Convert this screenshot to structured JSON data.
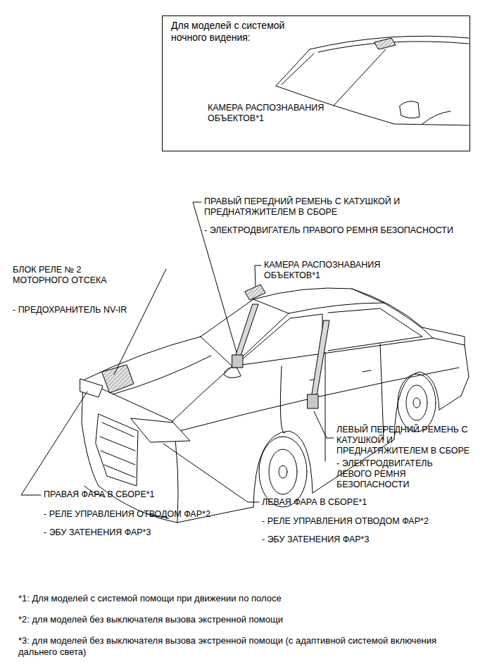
{
  "diagram": {
    "nodes": [
      {
        "text": [
          "Для моделей с системой ночного видения:",
          "КАМЕРА РАСПОЗНАВАНИЯ ОБЪЕКТОВ*1"
        ]
      }
    ],
    "labels": [
      "ПРАВЫЙ ПЕРЕДНИЙ РЕМЕНЬ С КАТУШКОЙ И ПРЕДНАТЯЖИТЕЛЕМ В СБОРЕ",
      "- ЭЛЕКТРОДВИГАТЕЛЬ ПРАВОГО РЕМНЯ БЕЗОПАСНОСТИ",
      "БЛОК РЕЛЕ № 2 МОТОРНОГО ОТСЕКА",
      "- ПРЕДОХРАНИТЕЛЬ NV-IR",
      "КАМЕРА РАСПОЗНАВАНИЯ ОБЪЕКТОВ*1",
      "ЛЕВЫЙ ПЕРЕДНИЙ РЕМЕНЬ С КАТУШКОЙ И ПРЕДНАТЯЖИТЕЛЕМ В СБОРЕ",
      "- ЭЛЕКТРОДВИГАТЕЛЬ ЛЕВОГО РЕМНЯ БЕЗОПАСНОСТИ",
      "ПРАВАЯ ФАРА В СБОРЕ*1",
      "- РЕЛЕ УПРАВЛЕНИЯ ОТВОДОМ ФАР*2",
      "- ЭБУ ЗАТЕНЕНИЯ ФАР*3",
      "ЛЕВАЯ ФАРА В СБОРЕ*1",
      "- РЕЛЕ УПРАВЛЕНИЯ ОТВОДОМ ФАР*2",
      "- ЭБУ ЗАТЕНЕНИЯ ФАР*3",
      "*1: Для моделей с системой помощи при движении по полосе",
      "*2: для моделей без выключателя вызова экстренной помощи",
      "*3: для моделей без выключателя вызова экстренной помощи (с адаптивной системой включения дальнего света)"
    ]
  }
}
